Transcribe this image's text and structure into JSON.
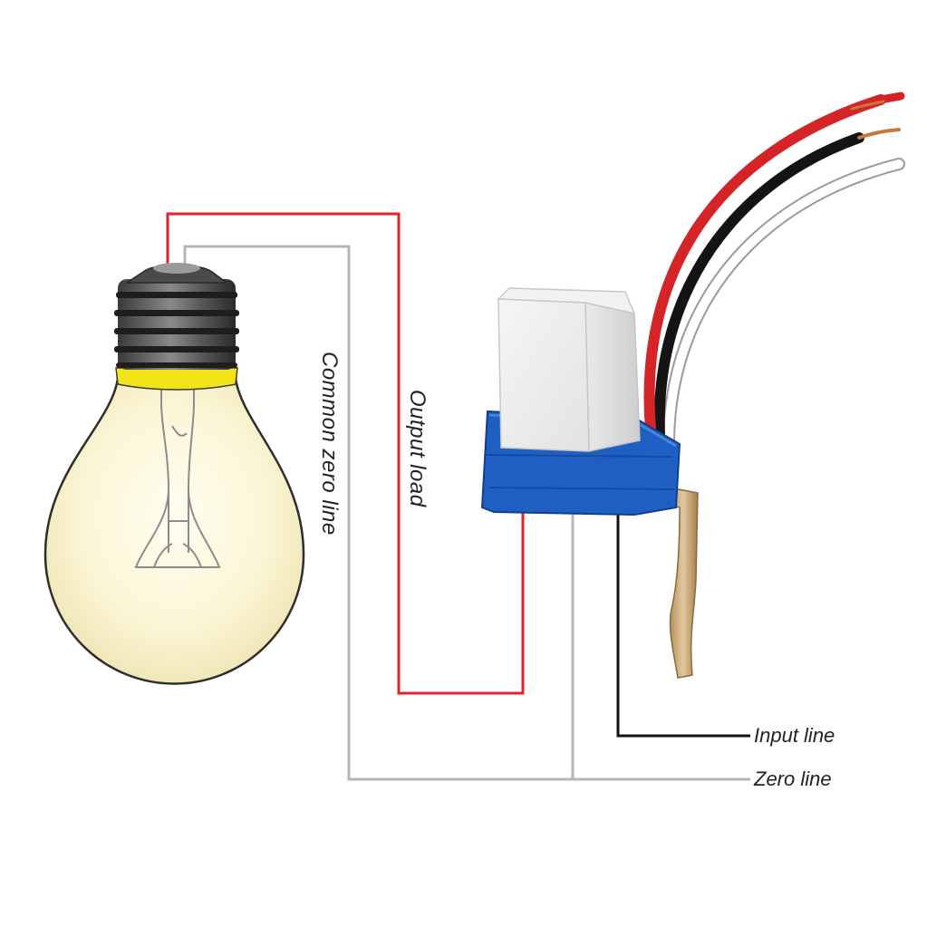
{
  "labels": {
    "common_zero_line": "Common zero line",
    "output_load": "Output load",
    "input_line": "Input line",
    "zero_line": "Zero line"
  },
  "colors": {
    "output_wire": "#e0262b",
    "zero_wire": "#b5b5b5",
    "input_wire": "#111111",
    "sensor_base": "#1f5fc4",
    "wire_red": "#d42428",
    "wire_black": "#141414",
    "wire_white": "#ffffff"
  }
}
